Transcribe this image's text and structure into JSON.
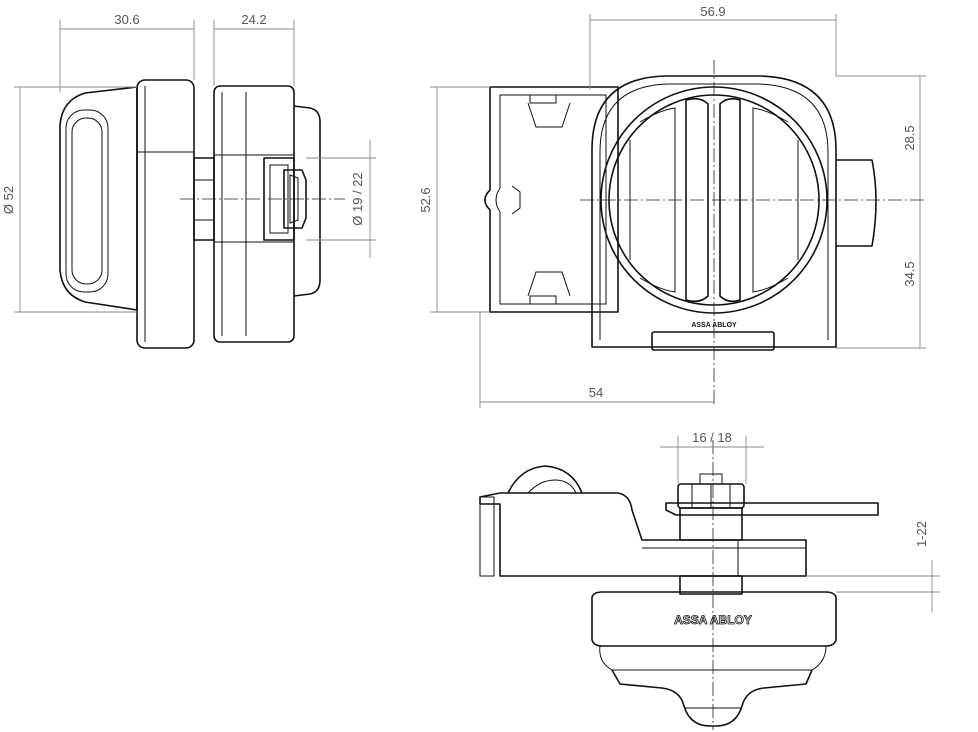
{
  "dimensions": {
    "width_knob": "30.6",
    "width_body": "24.2",
    "diameter_side": "Ø 52",
    "diameter_spindle": "Ø 19 / 22",
    "width_front": "56.9",
    "height_front": "52.6",
    "upper_front": "28.5",
    "lower_front": "34.5",
    "front_offset": "54",
    "nut_width": "16 / 18",
    "panel_thickness": "1-22"
  },
  "brand_labels": {
    "front_logo": "ASSA ABLOY",
    "bottom_logo": "ASSA ABLOY"
  },
  "colors": {
    "outline": "#111111",
    "dimension": "#888888",
    "dimension_text": "#555555"
  }
}
